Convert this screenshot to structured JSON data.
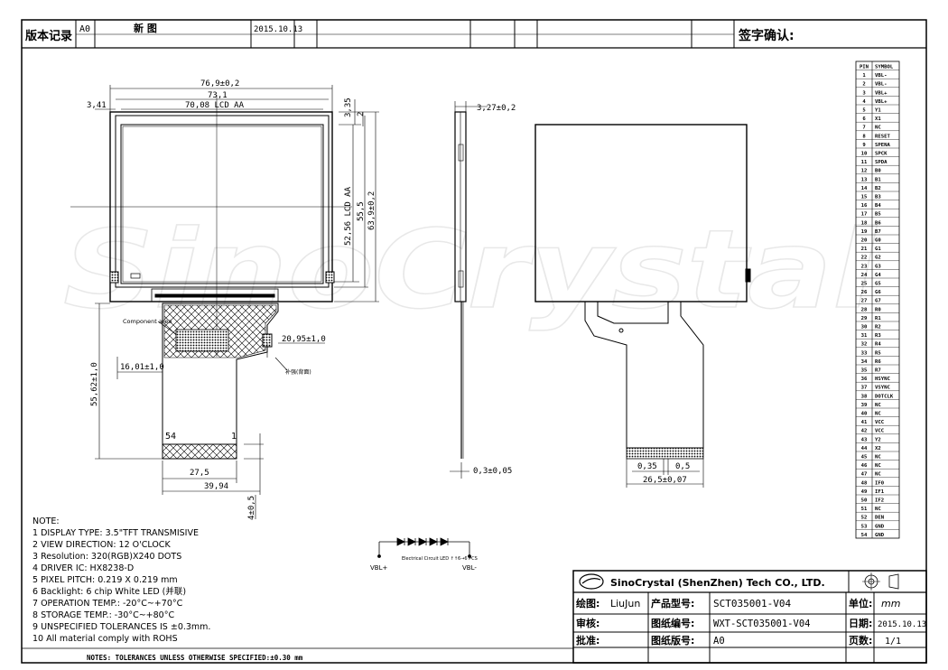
{
  "revision_bar": {
    "label": "版本记录",
    "rev": "A0",
    "change": "新 图",
    "date": "2015.10.13",
    "confirm_label": "签字确认:"
  },
  "front_view": {
    "dim_outline_width": "76,9±0,2",
    "dim_view_width": "73,1",
    "dim_lcd_aa_width": "70,08 LCD AA",
    "dim_left_offset": "3,41",
    "dim_top_offset": "3,35",
    "dim_top_inner": "2",
    "dim_lcd_aa_height": "52,56 LCD AA",
    "dim_view_height": "55,5",
    "dim_outline_height": "63,9±0,2",
    "component_area_label": "Component area",
    "dim_fpc_right": "20,95±1,0",
    "dim_fpc_left": "16,01±1,0",
    "dim_fpc_length": "55,62±1,0",
    "stiffener_label": "补强(背面)",
    "pin_first": "54",
    "pin_last": "1",
    "dim_contact_width": "27,5",
    "dim_fpc_width": "39,94",
    "dim_contact_length": "4±0,5"
  },
  "side_view": {
    "dim_thickness": "3,27±0,2",
    "dim_fpc_thickness": "0,3±0,05"
  },
  "back_view": {
    "dim_pitch_a": "0,35",
    "dim_pitch_b": "0,5",
    "dim_contact_total": "26,5±0,07"
  },
  "circuit": {
    "label": "Electrical Circuit LED ↑↑6→6 PCS",
    "left_terminal": "VBL+",
    "right_terminal": "VBL-"
  },
  "notes": {
    "title": "NOTE:",
    "items": [
      "1 DISPLAY TYPE: 3.5\"TFT TRANSMISIVE",
      "2 VIEW DIRECTION: 12 O'CLOCK",
      "3 Resolution: 320(RGB)X240 DOTS",
      "4 DRIVER IC: HX8238-D",
      "5 PIXEL PITCH: 0.219 X 0.219 mm",
      "6 Backlight: 6 chip White LED (并联)",
      "7 OPERATION TEMP.: -20°C~+70°C",
      "8 STORAGE TEMP.:   -30°C~+80°C",
      "9 UNSPECIFIED TOLERANCES IS ±0.3mm.",
      "10 All material comply with ROHS"
    ],
    "footer": "NOTES: TOLERANCES UNLESS OTHERWISE SPECIFIED:±0.30 mm"
  },
  "pin_table": {
    "headers": [
      "PIN",
      "SYMBOL"
    ],
    "rows": [
      [
        "1",
        "VBL-"
      ],
      [
        "2",
        "VBL-"
      ],
      [
        "3",
        "VBL+"
      ],
      [
        "4",
        "VBL+"
      ],
      [
        "5",
        "Y1"
      ],
      [
        "6",
        "X1"
      ],
      [
        "7",
        "NC"
      ],
      [
        "8",
        "RESET"
      ],
      [
        "9",
        "SPENA"
      ],
      [
        "10",
        "SPCK"
      ],
      [
        "11",
        "SPDA"
      ],
      [
        "12",
        "B0"
      ],
      [
        "13",
        "B1"
      ],
      [
        "14",
        "B2"
      ],
      [
        "15",
        "B3"
      ],
      [
        "16",
        "B4"
      ],
      [
        "17",
        "B5"
      ],
      [
        "18",
        "B6"
      ],
      [
        "19",
        "B7"
      ],
      [
        "20",
        "G0"
      ],
      [
        "21",
        "G1"
      ],
      [
        "22",
        "G2"
      ],
      [
        "23",
        "G3"
      ],
      [
        "24",
        "G4"
      ],
      [
        "25",
        "G5"
      ],
      [
        "26",
        "G6"
      ],
      [
        "27",
        "G7"
      ],
      [
        "28",
        "R0"
      ],
      [
        "29",
        "R1"
      ],
      [
        "30",
        "R2"
      ],
      [
        "31",
        "R3"
      ],
      [
        "32",
        "R4"
      ],
      [
        "33",
        "R5"
      ],
      [
        "34",
        "R6"
      ],
      [
        "35",
        "R7"
      ],
      [
        "36",
        "HSYNC"
      ],
      [
        "37",
        "VSYNC"
      ],
      [
        "38",
        "DOTCLK"
      ],
      [
        "39",
        "NC"
      ],
      [
        "40",
        "NC"
      ],
      [
        "41",
        "VCC"
      ],
      [
        "42",
        "VCC"
      ],
      [
        "43",
        "Y2"
      ],
      [
        "44",
        "X2"
      ],
      [
        "45",
        "NC"
      ],
      [
        "46",
        "NC"
      ],
      [
        "47",
        "NC"
      ],
      [
        "48",
        "IF0"
      ],
      [
        "49",
        "IF1"
      ],
      [
        "50",
        "IF2"
      ],
      [
        "51",
        "NC"
      ],
      [
        "52",
        "DEN"
      ],
      [
        "53",
        "GND"
      ],
      [
        "54",
        "GND"
      ]
    ]
  },
  "title_block": {
    "company": "SinoCrystal (ShenZhen) Tech CO., LTD.",
    "drawn_label": "绘图:",
    "drawn_value": "LiuJun",
    "model_label": "产品型号:",
    "model_value": "SCT035001-V04",
    "unit_label": "单位:",
    "unit_value": "mm",
    "checked_label": "审核:",
    "drawing_no_label": "图纸编号:",
    "drawing_no_value": "WXT-SCT035001-V04",
    "date_label": "日期:",
    "date_value": "2015.10.13",
    "approved_label": "批准:",
    "drawing_rev_label": "图纸版号:",
    "drawing_rev_value": "A0",
    "page_label": "页数:",
    "page_value": "1/1"
  },
  "watermark": "SinoCrystal"
}
